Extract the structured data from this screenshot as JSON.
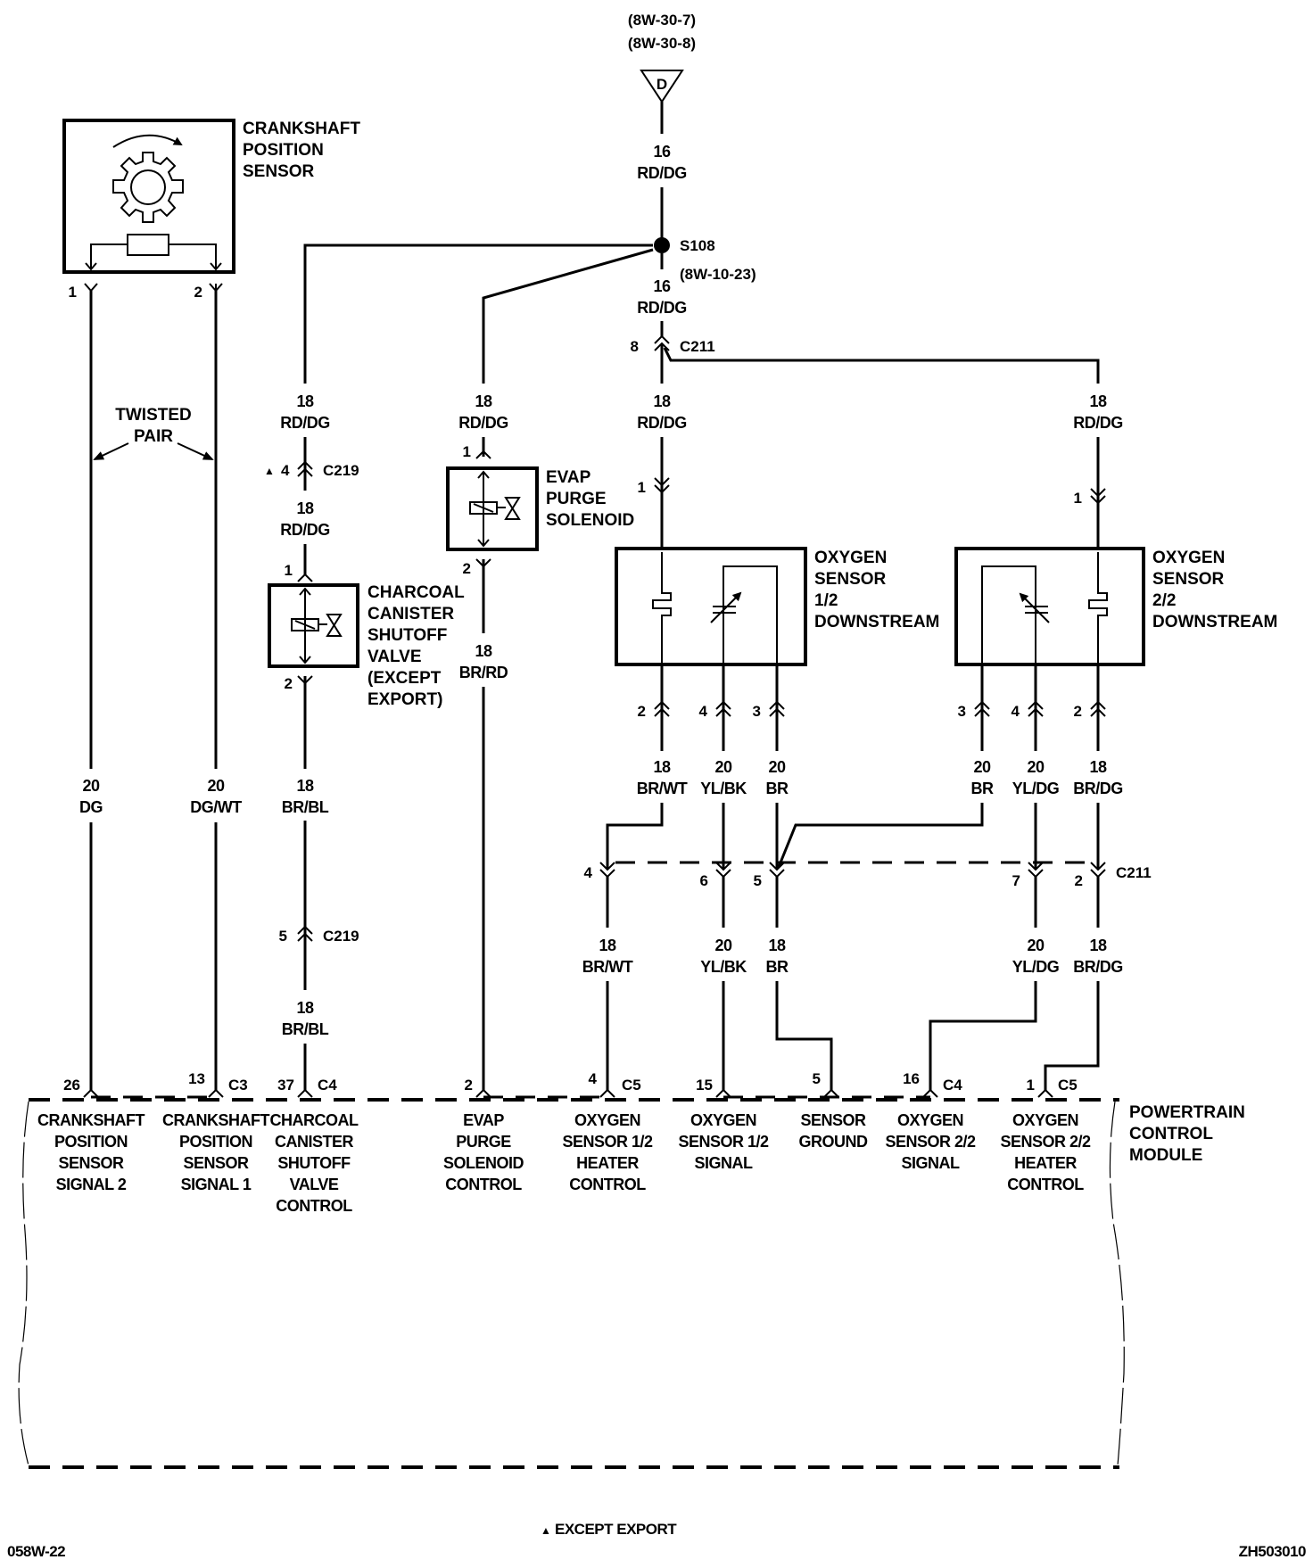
{
  "title": "Wiring diagram 8W-30: Crankshaft Position Sensor, EVAP, Oxygen Sensors to Powertrain Control Module",
  "page_ref_top": [
    "(8W-30-7)",
    "(8W-30-8)"
  ],
  "top_connector": {
    "symbol": "D"
  },
  "feed_wire": {
    "gauge": "16",
    "color": "RD/DG"
  },
  "splice": {
    "id": "S108",
    "ref": "(8W-10-23)"
  },
  "splice_out_wire": {
    "gauge": "16",
    "color": "RD/DG"
  },
  "c211_top": {
    "pin": "8",
    "id": "C211"
  },
  "components": {
    "crankshaft_sensor": {
      "label": [
        "CRANKSHAFT",
        "POSITION",
        "SENSOR"
      ],
      "pins": [
        "1",
        "2"
      ]
    },
    "twisted_pair": {
      "label": [
        "TWISTED",
        "PAIR"
      ]
    },
    "charcoal_valve": {
      "label": [
        "CHARCOAL",
        "CANISTER",
        "SHUTOFF",
        "VALVE",
        "(EXCEPT",
        "EXPORT)"
      ],
      "pins": [
        "1",
        "2"
      ]
    },
    "evap_solenoid": {
      "label": [
        "EVAP",
        "PURGE",
        "SOLENOID"
      ],
      "pins": [
        "1",
        "2"
      ]
    },
    "o2_sensor_12": {
      "label": [
        "OXYGEN",
        "SENSOR",
        "1/2",
        "DOWNSTREAM"
      ],
      "top_pin": "1",
      "bottom_pins": [
        "2",
        "4",
        "3"
      ]
    },
    "o2_sensor_22": {
      "label": [
        "OXYGEN",
        "SENSOR",
        "2/2",
        "DOWNSTREAM"
      ],
      "top_pin": "1",
      "bottom_pins": [
        "3",
        "4",
        "2"
      ]
    }
  },
  "c219": {
    "id": "C219",
    "pin_upper": "4",
    "pin_lower": "5",
    "marker": "▲"
  },
  "wires": {
    "crank_sig2": {
      "gauge": "20",
      "color": "DG"
    },
    "crank_sig1": {
      "gauge": "20",
      "color": "DG/WT"
    },
    "charcoal_feed_a": {
      "gauge": "18",
      "color": "RD/DG"
    },
    "charcoal_feed_b": {
      "gauge": "18",
      "color": "RD/DG"
    },
    "charcoal_ctrl_a": {
      "gauge": "18",
      "color": "BR/BL"
    },
    "charcoal_ctrl_b": {
      "gauge": "18",
      "color": "BR/BL"
    },
    "evap_feed": {
      "gauge": "18",
      "color": "RD/DG"
    },
    "evap_ctrl": {
      "gauge": "18",
      "color": "BR/RD"
    },
    "o2_12_feed": {
      "gauge": "18",
      "color": "RD/DG"
    },
    "o2_22_feed": {
      "gauge": "18",
      "color": "RD/DG"
    },
    "o2_12_heater_a": {
      "gauge": "18",
      "color": "BR/WT"
    },
    "o2_12_signal_a": {
      "gauge": "20",
      "color": "YL/BK"
    },
    "o2_12_ground_a": {
      "gauge": "20",
      "color": "BR"
    },
    "o2_22_ground_a": {
      "gauge": "20",
      "color": "BR"
    },
    "o2_22_signal_a": {
      "gauge": "20",
      "color": "YL/DG"
    },
    "o2_22_heater_a": {
      "gauge": "18",
      "color": "BR/DG"
    },
    "o2_12_heater_b": {
      "gauge": "18",
      "color": "BR/WT"
    },
    "o2_12_signal_b": {
      "gauge": "20",
      "color": "YL/BK"
    },
    "ground_b": {
      "gauge": "18",
      "color": "BR"
    },
    "o2_22_signal_b": {
      "gauge": "20",
      "color": "YL/DG"
    },
    "o2_22_heater_b": {
      "gauge": "18",
      "color": "BR/DG"
    }
  },
  "c211_bottom": {
    "id": "C211",
    "pins": [
      "4",
      "6",
      "5",
      "7",
      "2"
    ]
  },
  "pcm": {
    "label": [
      "POWERTRAIN",
      "CONTROL",
      "MODULE"
    ],
    "terminals": [
      {
        "pin": "26",
        "connector": "",
        "label": [
          "CRANKSHAFT",
          "POSITION",
          "SENSOR",
          "SIGNAL 2"
        ]
      },
      {
        "pin": "13",
        "connector": "C3",
        "label": [
          "CRANKSHAFT",
          "POSITION",
          "SENSOR",
          "SIGNAL 1"
        ]
      },
      {
        "pin": "37",
        "connector": "C4",
        "label": [
          "CHARCOAL",
          "CANISTER",
          "SHUTOFF",
          "VALVE",
          "CONTROL"
        ]
      },
      {
        "pin": "2",
        "connector": "",
        "label": [
          "EVAP",
          "PURGE",
          "SOLENOID",
          "CONTROL"
        ]
      },
      {
        "pin": "4",
        "connector": "C5",
        "label": [
          "OXYGEN",
          "SENSOR 1/2",
          "HEATER",
          "CONTROL"
        ]
      },
      {
        "pin": "15",
        "connector": "",
        "label": [
          "OXYGEN",
          "SENSOR 1/2",
          "SIGNAL"
        ]
      },
      {
        "pin": "5",
        "connector": "",
        "label": [
          "SENSOR",
          "GROUND"
        ]
      },
      {
        "pin": "16",
        "connector": "C4",
        "label": [
          "OXYGEN",
          "SENSOR 2/2",
          "SIGNAL"
        ]
      },
      {
        "pin": "1",
        "connector": "C5",
        "label": [
          "OXYGEN",
          "SENSOR 2/2",
          "HEATER",
          "CONTROL"
        ]
      }
    ]
  },
  "footer": {
    "left": "058W-22",
    "note_marker": "▲",
    "note": "EXCEPT EXPORT",
    "right": "ZH503010"
  }
}
